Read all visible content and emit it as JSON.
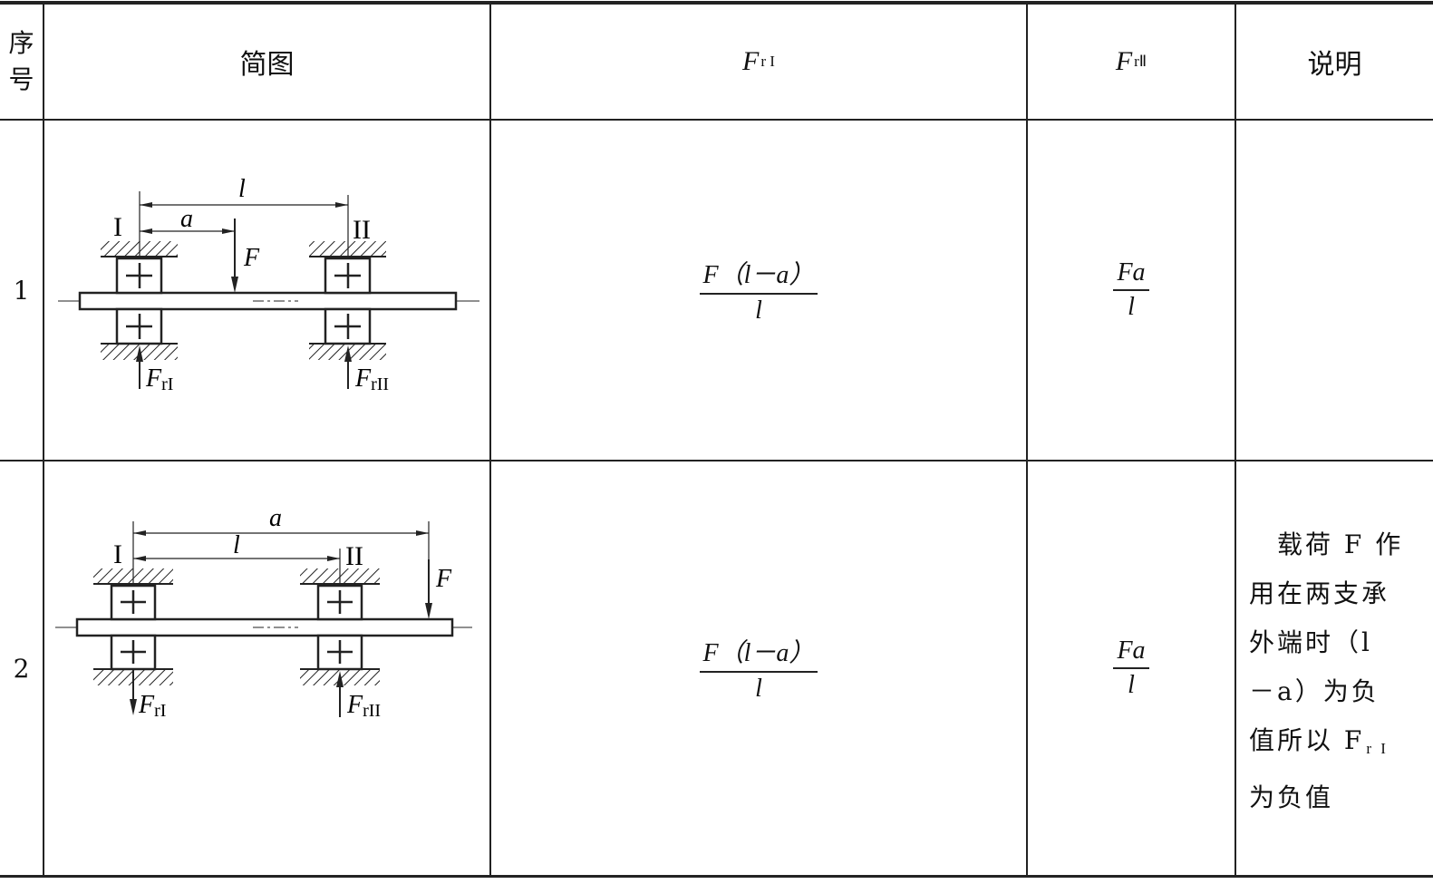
{
  "header": {
    "seq_char1": "序",
    "seq_char2": "号",
    "diagram": "简图",
    "fr1_main": "F",
    "fr1_sub": "r I",
    "fr2_main": "F",
    "fr2_sub": "rⅡ",
    "note": "说明"
  },
  "rows": [
    {
      "index": "1",
      "fr1": {
        "numerator": "F（l－a）",
        "denominator": "l"
      },
      "fr2": {
        "numerator": "Fa",
        "denominator": "l"
      },
      "note_lines": [],
      "diagram": {
        "left_bearing": "I",
        "right_bearing": "II",
        "dim_a": "a",
        "dim_l": "l",
        "force": "F",
        "reaction1_main": "F",
        "reaction1_sub": "rI",
        "reaction2_main": "F",
        "reaction2_sub": "rII"
      }
    },
    {
      "index": "2",
      "fr1": {
        "numerator": "F（l－a）",
        "denominator": "l"
      },
      "fr2": {
        "numerator": "Fa",
        "denominator": "l"
      },
      "note_lines": [
        "　载荷 F 作",
        "用在两支承",
        "外端时（l",
        "－a）为负",
        "值所以 F",
        "为负值"
      ],
      "note_sub": "r I",
      "diagram": {
        "left_bearing": "I",
        "right_bearing": "II",
        "dim_a": "a",
        "dim_l": "l",
        "force": "F",
        "reaction1_main": "F",
        "reaction1_sub": "rI",
        "reaction2_main": "F",
        "reaction2_sub": "rII"
      }
    }
  ]
}
